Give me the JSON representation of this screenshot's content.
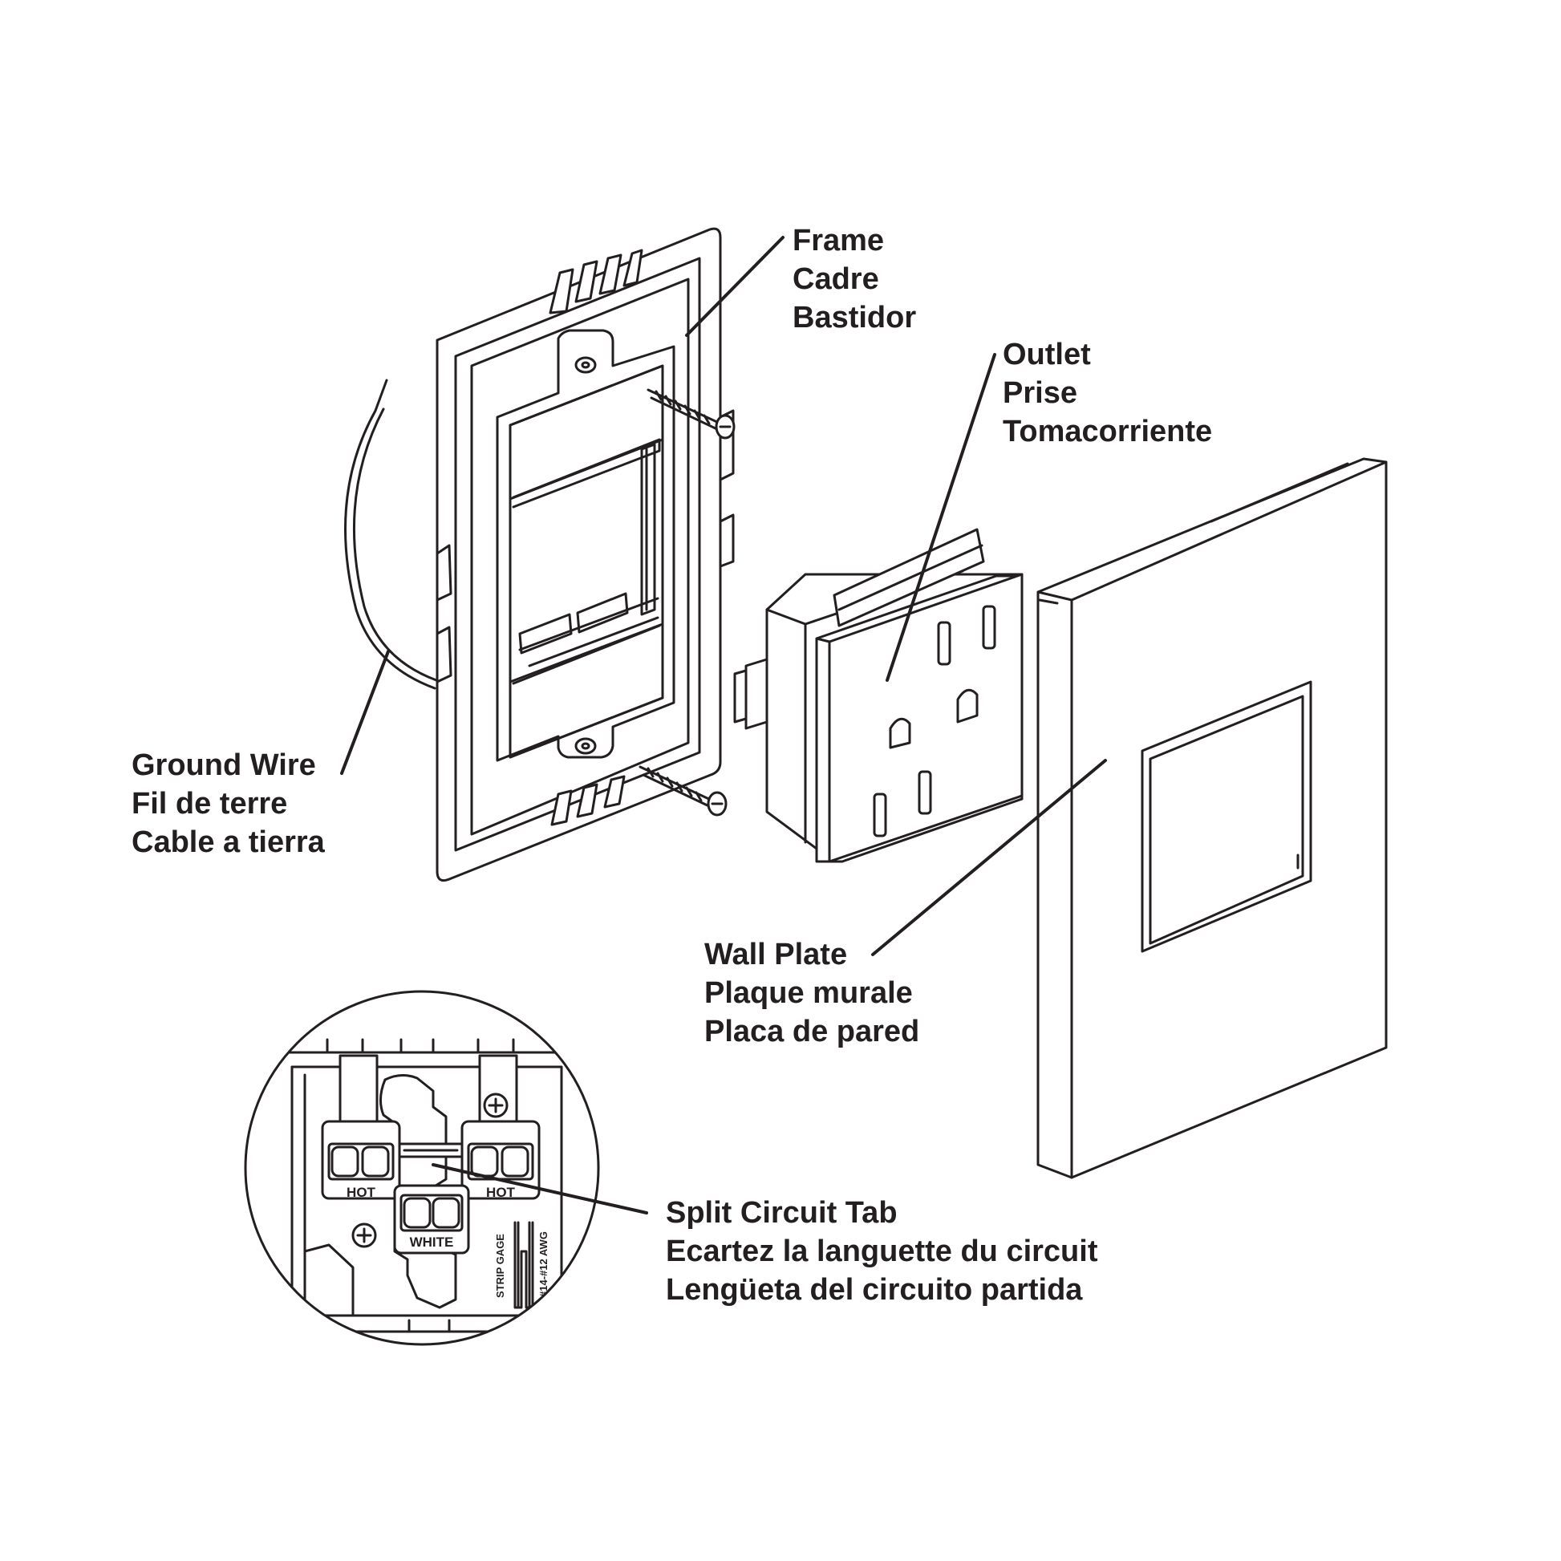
{
  "callouts": {
    "frame": {
      "en": "Frame",
      "fr": "Cadre",
      "es": "Bastidor"
    },
    "outlet": {
      "en": "Outlet",
      "fr": "Prise",
      "es": "Tomacorriente"
    },
    "ground_wire": {
      "en": "Ground Wire",
      "fr": "Fil de terre",
      "es": "Cable a tierra"
    },
    "wall_plate": {
      "en": "Wall Plate",
      "fr": "Plaque murale",
      "es": "Placa de pared"
    },
    "split_circuit_tab": {
      "en": "Split Circuit Tab",
      "fr": "Ecartez la languette du circuit",
      "es": "Lengüeta del circuito partida"
    }
  },
  "detail": {
    "hot_left": "HOT",
    "hot_right": "HOT",
    "white": "WHITE",
    "strip_gage": "STRIP GAGE",
    "awg": "#14-#12 AWG"
  },
  "colors": {
    "ink": "#231f20",
    "background": "#ffffff"
  }
}
